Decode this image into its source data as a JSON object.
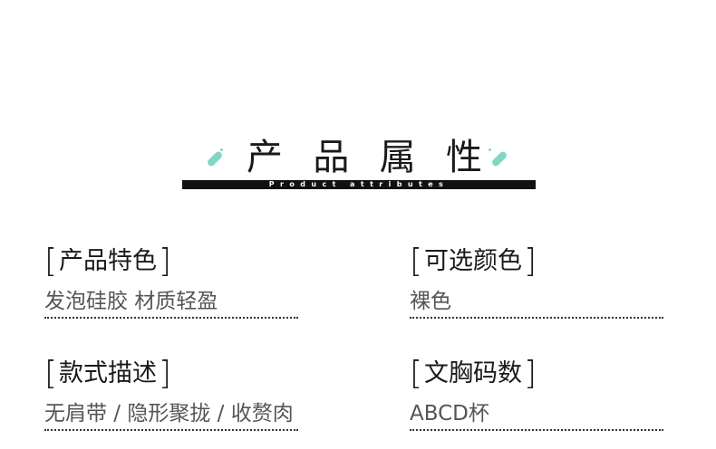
{
  "section": {
    "title_chars": [
      "产",
      "品",
      "属",
      "性"
    ],
    "subtitle": "Product attributes",
    "accent_color": "#7fd7c4",
    "bar_color": "#111111"
  },
  "attributes": [
    {
      "label": "产品特色",
      "value": "发泡硅胶 材质轻盈"
    },
    {
      "label": "可选颜色",
      "value": "裸色"
    },
    {
      "label": "款式描述",
      "value": "无肩带 / 隐形聚拢 / 收赘肉"
    },
    {
      "label": "文胸码数",
      "value": "ABCD杯"
    }
  ],
  "brackets": {
    "left": "[",
    "right": "]"
  }
}
